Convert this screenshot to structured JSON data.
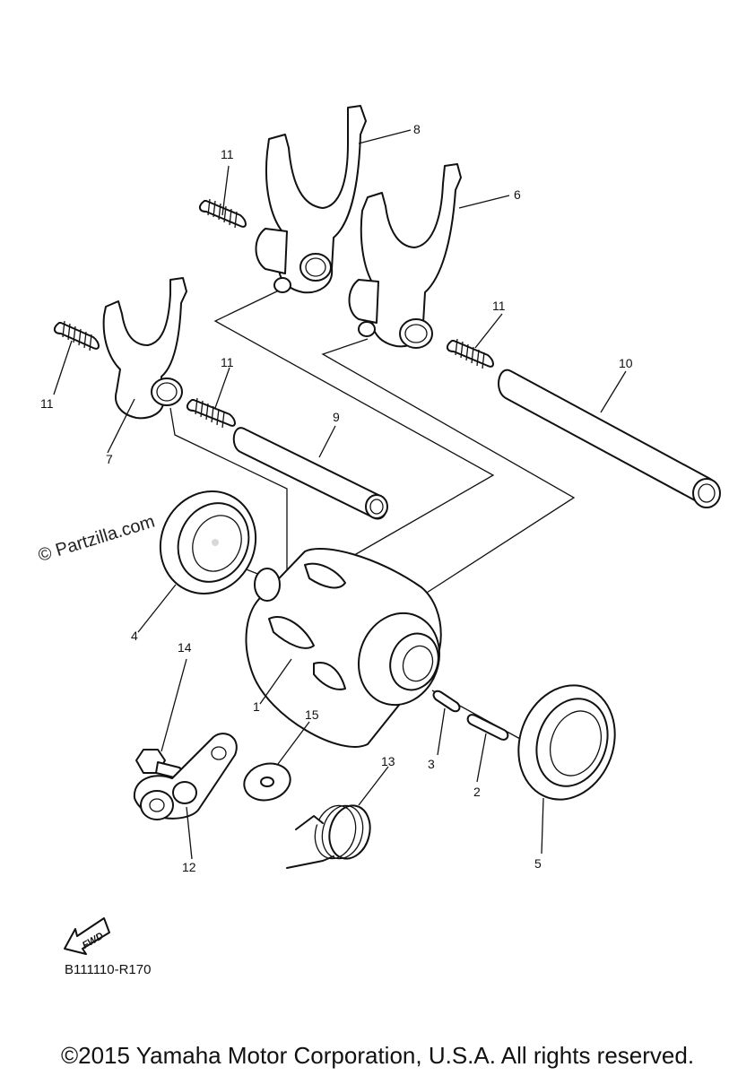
{
  "watermark": "© Partzilla.com",
  "reference_code": "B111110-R170",
  "fwd_badge": "FWD",
  "copyright": "©2015 Yamaha Motor Corporation, U.S.A. All rights reserved.",
  "callouts": {
    "c1": "1",
    "c2": "2",
    "c3": "3",
    "c4": "4",
    "c5": "5",
    "c6": "6",
    "c7": "7",
    "c8": "8",
    "c9": "9",
    "c10": "10",
    "c11a": "11",
    "c11b": "11",
    "c11c": "11",
    "c11d": "11",
    "c12": "12",
    "c13": "13",
    "c14": "14",
    "c15": "15"
  }
}
